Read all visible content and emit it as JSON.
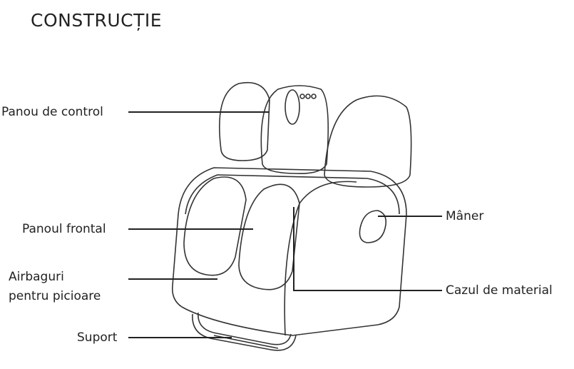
{
  "title": "CONSTRUCȚIE",
  "labels": {
    "control_panel": "Panou de control",
    "front_panel": "Panoul frontal",
    "airbags_line1": "Airbaguri",
    "airbags_line2": "pentru picioare",
    "support": "Suport",
    "handle": "Mâner",
    "material_case": "Cazul de material"
  }
}
